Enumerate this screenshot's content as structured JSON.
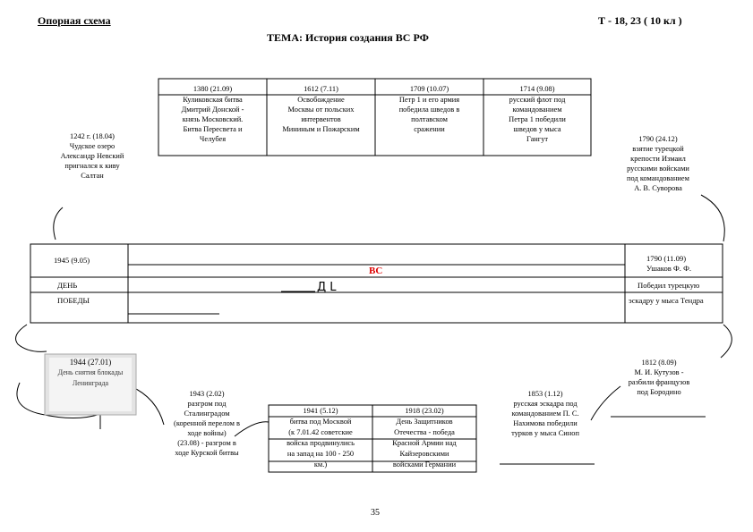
{
  "header": {
    "left": "Опорная схема",
    "right": "Т - 18, 23 ( 10 кл )",
    "title": "ТЕМА: История создания ВС РФ"
  },
  "top_table": {
    "heads": [
      "1380 (21.09)",
      "1612 (7.11)",
      "1709 (10.07)",
      "1714 (9.08)"
    ],
    "cols": [
      [
        "Куликовская битва",
        "Дмитрий Донской -",
        "князь Московский.",
        "Битва Пересвета и",
        "Челубея"
      ],
      [
        "Освобождение",
        "Москвы от польских",
        "интервентов",
        "Мининым и Пожарским"
      ],
      [
        "Петр 1 и его армия",
        "победила шведов в",
        "полтавском",
        "сражении"
      ],
      [
        "русский флот под",
        "командованием",
        "Петра 1 победили",
        "шведов у мыса",
        "Гангут"
      ]
    ]
  },
  "left_note_1242": [
    "1242 г. (18.04)",
    "Чудское озеро",
    "Александр Невский",
    "пригнался к киву",
    "Салтан"
  ],
  "right_note_1790_1": [
    "1790 (24.12)",
    "взятие турецкой",
    "крепости Измаил",
    "русскими войсками",
    "под командованием",
    "А. В. Суворова"
  ],
  "middle": {
    "left_date": "1945 (9.05)",
    "left_day": "ДЕНЬ",
    "left_victory": "ПОБЕДЫ",
    "center_label": "ВС",
    "center_sub": "Д L",
    "right_date": "1790 (11.09)",
    "right_name": "Ушаков Ф. Ф.",
    "right_line1": "Победил турецкую",
    "right_line2": "эскадру у мыса Тендра"
  },
  "photo_1944": [
    "1944 (27.01)",
    "День снятия блокады",
    "Ленинграда"
  ],
  "note_1943": [
    "1943 (2.02)",
    "разгром под",
    "Сталинградом",
    "(коренной перелом в",
    "ходе войны)",
    "(23.08) - разгром в",
    "ходе Курской битвы"
  ],
  "bottom_table": {
    "heads": [
      "1941 (5.12)",
      "1918 (23.02)"
    ],
    "cols": [
      [
        "битва под Москвой",
        "(к 7.01.42 советские",
        "войска продвинулись",
        "на запад на 100 - 250",
        "км.)"
      ],
      [
        "День Защитников",
        "Отечества - победа",
        "Красной Армии над",
        "Кайзеровскими",
        "войсками Германии"
      ]
    ]
  },
  "note_1853": [
    "1853 (1.12)",
    "русская эскадра под",
    "командованием П. С.",
    "Нахимова победили",
    "турков у мыса Синоп"
  ],
  "note_1812": [
    "1812 (8.09)",
    "М. И. Кутузов -",
    "разбили французов",
    "под Бородино"
  ],
  "page_number": "35"
}
